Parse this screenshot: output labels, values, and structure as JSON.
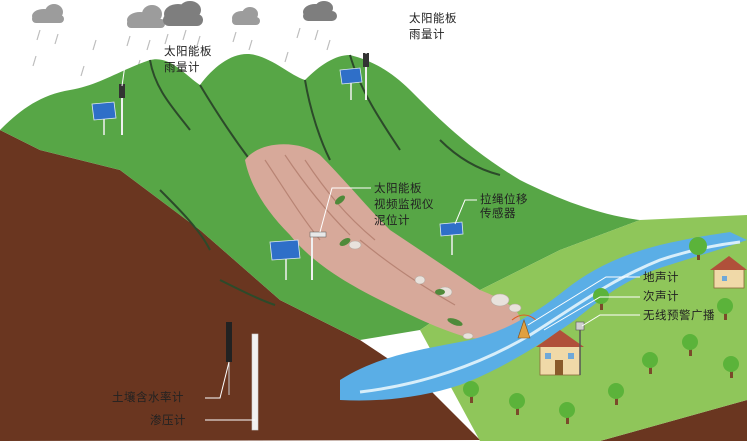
{
  "labels": {
    "solar_panel": "太阳能板",
    "rain_gauge": "雨量计",
    "video_monitor": "视频监视仪",
    "mud_level_meter": "泥位计",
    "wire_displacement_sensor": "拉绳位移传感器",
    "ground_sound_meter": "地声计",
    "infrasound_meter": "次声计",
    "wireless_broadcast": "无线预警广播",
    "soil_moisture_meter": "土壤含水率计",
    "piezometer": "渗压计"
  },
  "colors": {
    "sky": "#ffffff",
    "cloud": "#9c9c9c",
    "cloud_dark": "#7e7e7e",
    "rain": "#bdbdbd",
    "mountain": "#57a646",
    "mountain_ridge": "#2c4a2a",
    "soil": "#6a3620",
    "grass": "#8fc65a",
    "river": "#5aaee6",
    "river_light": "#d7eefa",
    "landslide": "#d7a99a",
    "house_roof": "#b0503a",
    "house_wall": "#f0d9a8",
    "tree_green": "#5bb33a",
    "tree_trunk": "#7a4a2a"
  }
}
